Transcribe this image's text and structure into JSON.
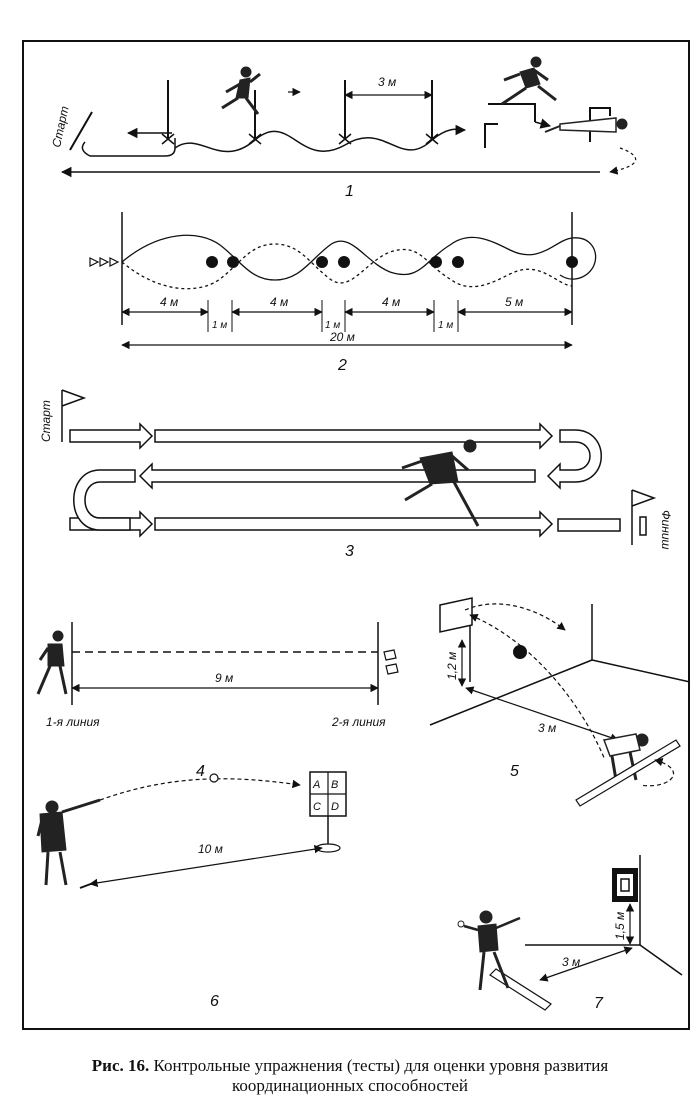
{
  "panel1": {
    "number": "1",
    "start": "Старт",
    "dist": "3 м"
  },
  "panel2": {
    "number": "2",
    "d1": "4 м",
    "d2": "1 м",
    "d3": "4 м",
    "d4": "1 м",
    "d5": "4 м",
    "d6": "1 м",
    "d7": "5 м",
    "total": "20 м"
  },
  "panel3": {
    "number": "3",
    "start": "Старт",
    "finish": "Финиш"
  },
  "panel4": {
    "number": "4",
    "line1": "1-я линия",
    "line2": "2-я линия",
    "dist": "9 м"
  },
  "panel5": {
    "number": "5",
    "height": "1,2 м",
    "dist": "3 м"
  },
  "panel6": {
    "number": "6",
    "dist": "10 м",
    "cells": [
      "A",
      "B",
      "C",
      "D"
    ]
  },
  "panel7": {
    "number": "7",
    "height": "1,5 м",
    "dist": "3 м"
  },
  "caption": {
    "prefix": "Рис. 16.",
    "line1": "Контрольные упражнения (тесты) для оценки уровня развития",
    "line2": "координационных способностей"
  }
}
